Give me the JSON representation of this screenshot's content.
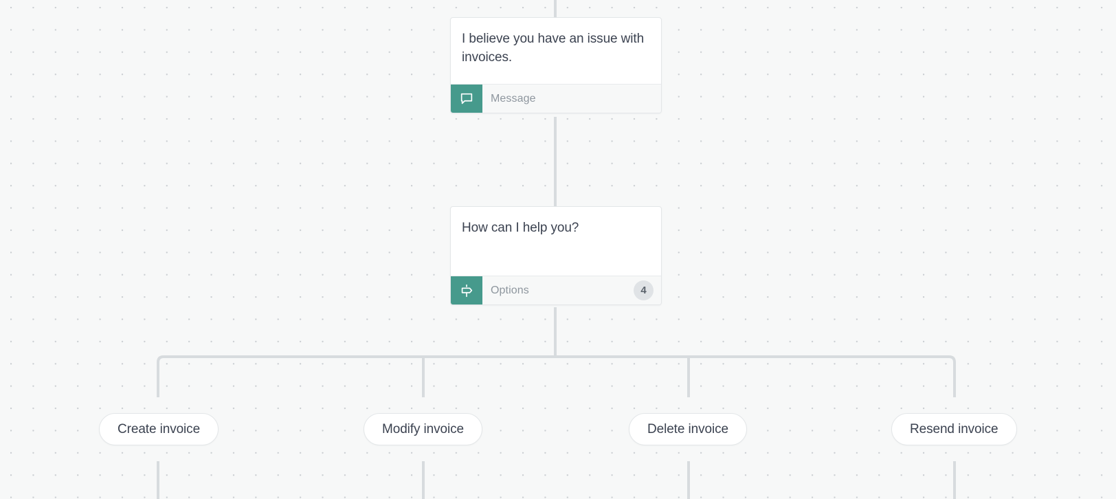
{
  "canvas": {
    "background_color": "#f7f8f8",
    "grid_dot_color": "#c9cdd1",
    "connector_color": "#d7dbde",
    "accent_color": "#469a8c"
  },
  "nodes": [
    {
      "id": "message-node",
      "text": "I believe you have an issue with invoices.",
      "footer_label": "Message",
      "icon": "speech-bubble-icon",
      "badge": null
    },
    {
      "id": "options-node",
      "text": "How can I help you?",
      "footer_label": "Options",
      "icon": "signpost-icon",
      "badge": "4"
    }
  ],
  "options": [
    {
      "label": "Create invoice"
    },
    {
      "label": "Modify invoice"
    },
    {
      "label": "Delete invoice"
    },
    {
      "label": "Resend invoice"
    }
  ]
}
